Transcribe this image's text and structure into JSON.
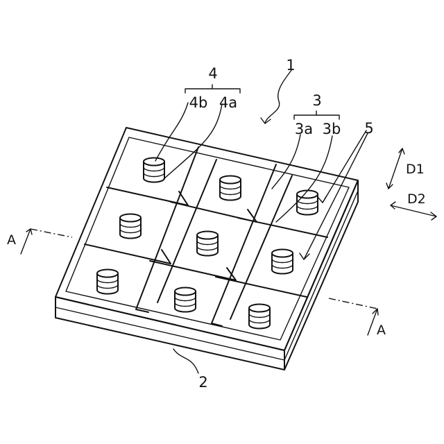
{
  "labels": {
    "tray": "1",
    "base": "2",
    "partition": "3",
    "partition_a": "3a",
    "partition_b": "3b",
    "stack": "4",
    "stack_a": "4a",
    "stack_b": "4b",
    "pocket": "5",
    "direction_1": "D1",
    "direction_2": "D2",
    "section_left": "A",
    "section_right": "A"
  },
  "grid": {
    "rows": 3,
    "columns": 3,
    "cylinders_per_cell": 1
  }
}
